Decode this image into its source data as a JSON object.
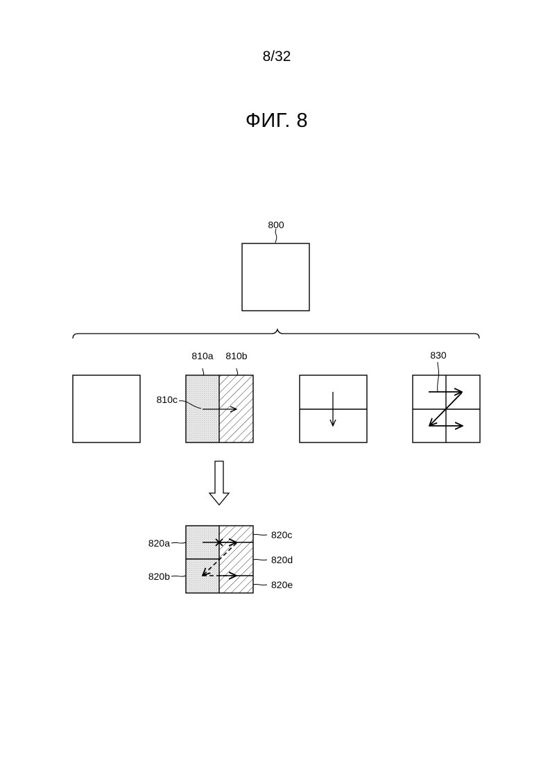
{
  "page_number": "8/32",
  "figure_title": "ФИГ. 8",
  "labels": {
    "root_block": "800",
    "left_partition": "810a",
    "right_partition": "810b",
    "scan_arrow": "810c",
    "quad_scan": "830",
    "sub_top_left": "820a",
    "sub_bottom_left": "820b",
    "sub_top_right": "820c",
    "sub_right_middle": "820d",
    "sub_bottom_right": "820e"
  }
}
